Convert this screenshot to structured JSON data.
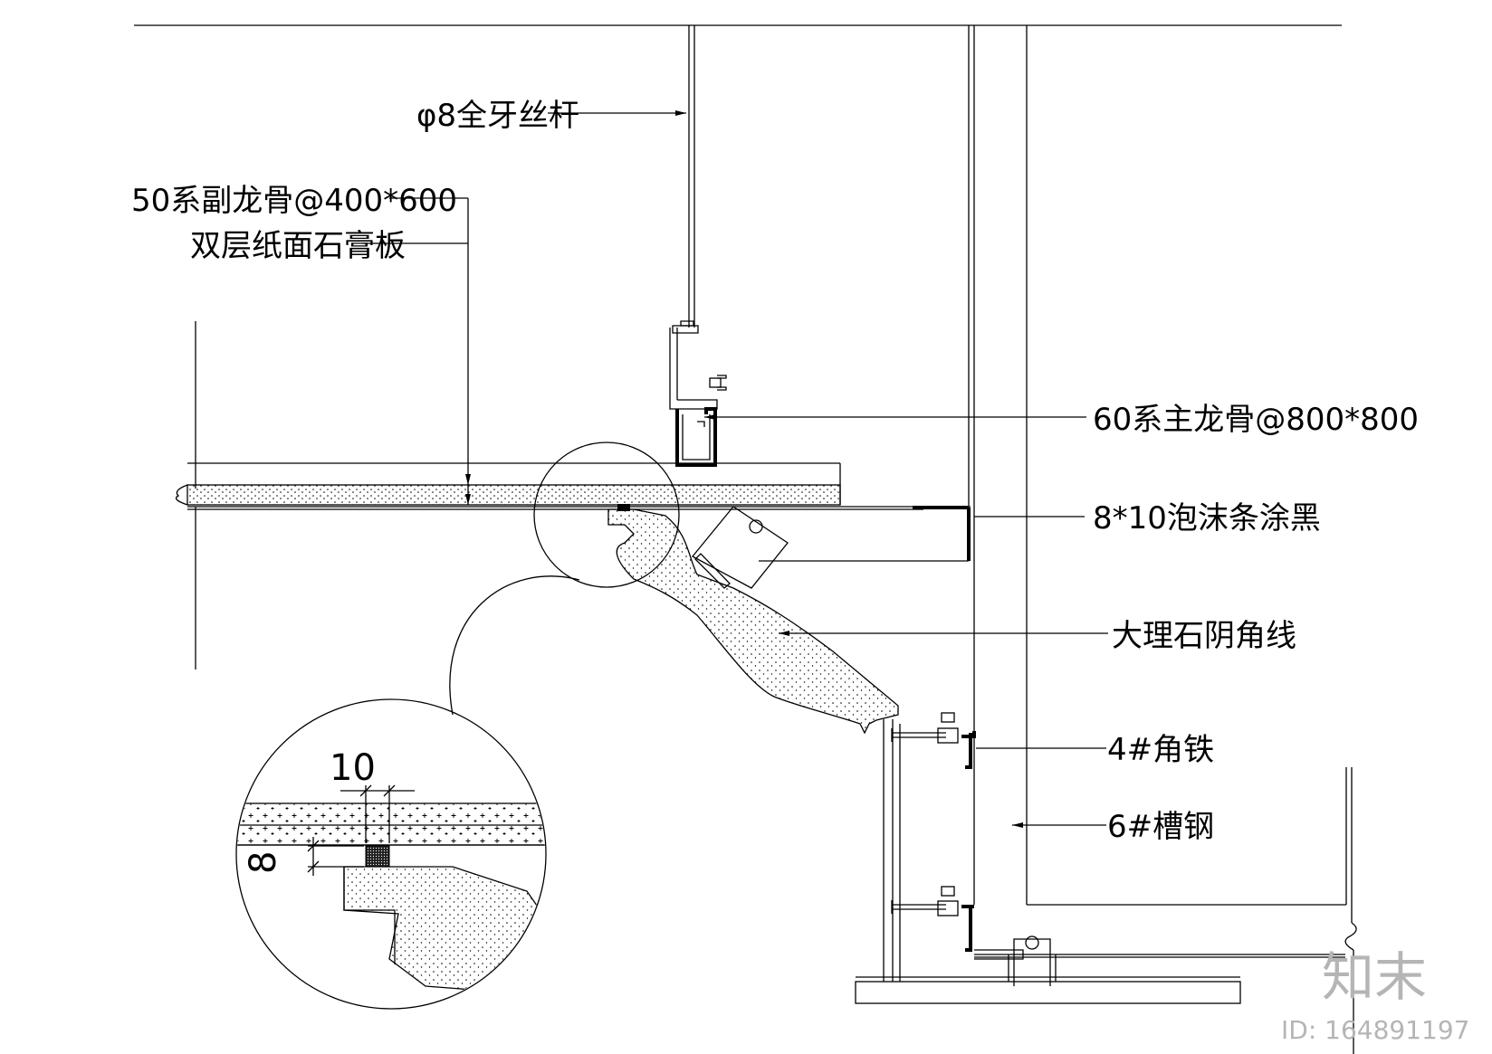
{
  "labels": {
    "rod": "φ8全牙丝杆",
    "sub_keel": "50系副龙骨@400*600",
    "gypsum": "双层纸面石膏板",
    "main_keel": "60系主龙骨@800*800",
    "foam": "8*10泡沫条涂黑",
    "marble": "大理石阴角线",
    "angle_iron": "4#角铁",
    "channel": "6#槽钢"
  },
  "detail_dims": {
    "width": "10",
    "height": "8"
  },
  "watermark": {
    "brand": "知末",
    "id": "ID: 164891197"
  },
  "colors": {
    "line": "#000000",
    "background": "#ffffff",
    "watermark": "#b5b5b5"
  }
}
